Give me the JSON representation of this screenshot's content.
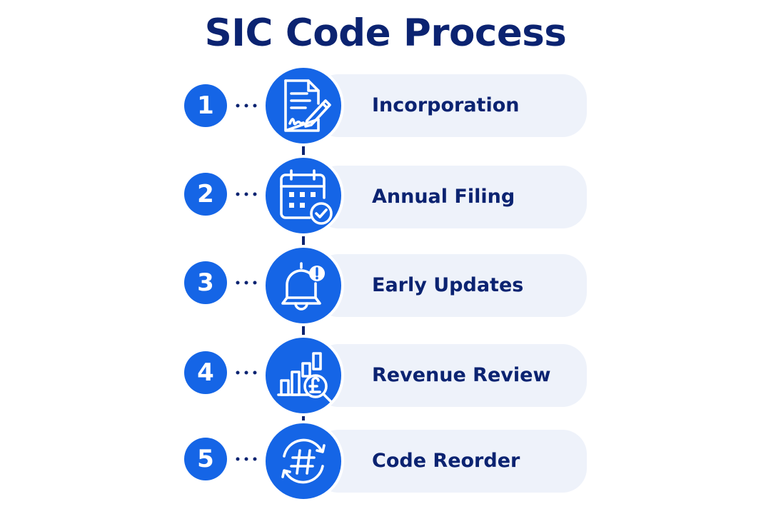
{
  "title": "SIC Code Process",
  "steps": [
    {
      "number": "1",
      "label": "Incorporation",
      "icon": "document-signature-icon"
    },
    {
      "number": "2",
      "label": "Annual Filing",
      "icon": "calendar-check-icon"
    },
    {
      "number": "3",
      "label": "Early Updates",
      "icon": "bell-alert-icon"
    },
    {
      "number": "4",
      "label": "Revenue Review",
      "icon": "bar-chart-pound-search-icon"
    },
    {
      "number": "5",
      "label": "Code Reorder",
      "icon": "hash-refresh-icon"
    }
  ],
  "colors": {
    "title": "#0b2371",
    "accent": "#1565e6",
    "card": "#eef2fa",
    "line": "#0b2371"
  }
}
